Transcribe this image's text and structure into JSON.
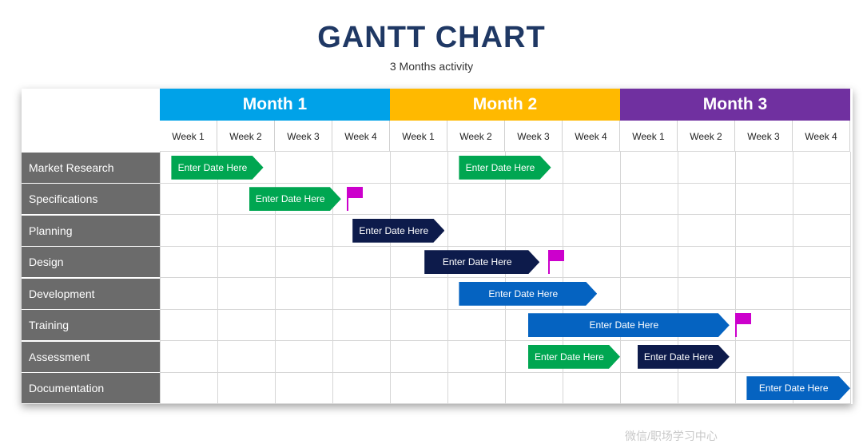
{
  "chart_data": {
    "type": "gantt",
    "title": "GANTT CHART",
    "subtitle": "3 Months activity",
    "months": [
      {
        "label": "Month 1",
        "color": "#00a2e8"
      },
      {
        "label": "Month 2",
        "color": "#ffb900"
      },
      {
        "label": "Month 3",
        "color": "#7030a0"
      }
    ],
    "weeks": [
      "Week 1",
      "Week 2",
      "Week 3",
      "Week 4",
      "Week 1",
      "Week 2",
      "Week 3",
      "Week 4",
      "Week 1",
      "Week 2",
      "Week 3",
      "Week 4"
    ],
    "tasks": [
      "Market Research",
      "Specifications",
      "Planning",
      "Design",
      "Development",
      "Training",
      "Assessment",
      "Documentation"
    ],
    "colors": {
      "green": "#00a651",
      "navy": "#0d1b4b",
      "blue": "#0563c1",
      "flag": "#cc00cc",
      "task_bg": "#6b6b6b"
    },
    "bars": [
      {
        "task": 0,
        "start": 0.2,
        "end": 1.8,
        "color": "green",
        "label": "Enter Date Here"
      },
      {
        "task": 0,
        "start": 5.2,
        "end": 6.8,
        "color": "green",
        "label": "Enter Date Here"
      },
      {
        "task": 1,
        "start": 1.55,
        "end": 3.15,
        "color": "green",
        "label": "Enter Date Here"
      },
      {
        "task": 2,
        "start": 3.35,
        "end": 4.95,
        "color": "navy",
        "label": "Enter Date Here"
      },
      {
        "task": 3,
        "start": 4.6,
        "end": 6.6,
        "color": "navy",
        "label": "Enter Date Here"
      },
      {
        "task": 4,
        "start": 5.2,
        "end": 7.6,
        "color": "blue",
        "label": "Enter Date Here"
      },
      {
        "task": 5,
        "start": 6.4,
        "end": 9.9,
        "color": "blue",
        "label": "Enter Date Here"
      },
      {
        "task": 6,
        "start": 6.4,
        "end": 8.0,
        "color": "green",
        "label": "Enter Date Here"
      },
      {
        "task": 6,
        "start": 8.3,
        "end": 9.9,
        "color": "navy",
        "label": "Enter Date Here"
      },
      {
        "task": 7,
        "start": 10.2,
        "end": 12.0,
        "color": "blue",
        "label": "Enter Date Here"
      }
    ],
    "milestones": [
      {
        "task": 1,
        "at": 3.25
      },
      {
        "task": 3,
        "at": 6.75
      },
      {
        "task": 5,
        "at": 10.0
      }
    ]
  },
  "watermark": "微信/职场学习中心"
}
